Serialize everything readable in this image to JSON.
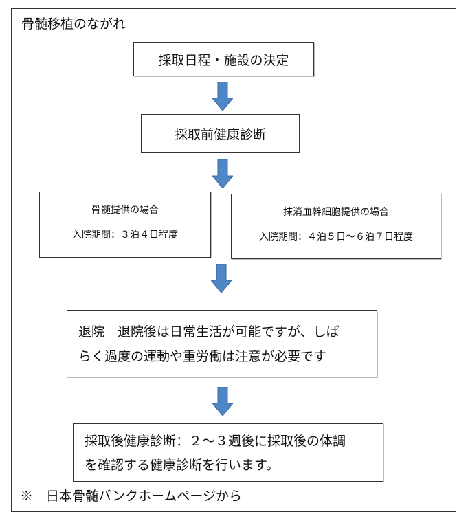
{
  "title": "骨髄移植のながれ",
  "steps": {
    "schedule": "採取日程・施設の決定",
    "pre_checkup": "採取前健康診断",
    "bone_marrow": {
      "heading": "骨髄提供の場合",
      "duration": "入院期間：３泊４日程度"
    },
    "peripheral_blood": {
      "heading": "抹消血幹細胞提供の場合",
      "duration": "入院期間：４泊５日～６泊７日程度"
    },
    "discharge": {
      "line1": "退院　退院後は日常生活が可能ですが、しば",
      "line2": "らく過度の運動や重労働は注意が必要です"
    },
    "post_checkup": {
      "line1": "採取後健康診断：２～３週後に採取後の体調",
      "line2": "を確認する健康診断を行います。"
    }
  },
  "footer": "※　日本骨髄バンクホームページから",
  "colors": {
    "arrow_fill": "#4f86c6",
    "arrow_stroke": "#3a6aa3",
    "border": "#333333"
  },
  "icons": [
    "down-arrow-icon"
  ]
}
